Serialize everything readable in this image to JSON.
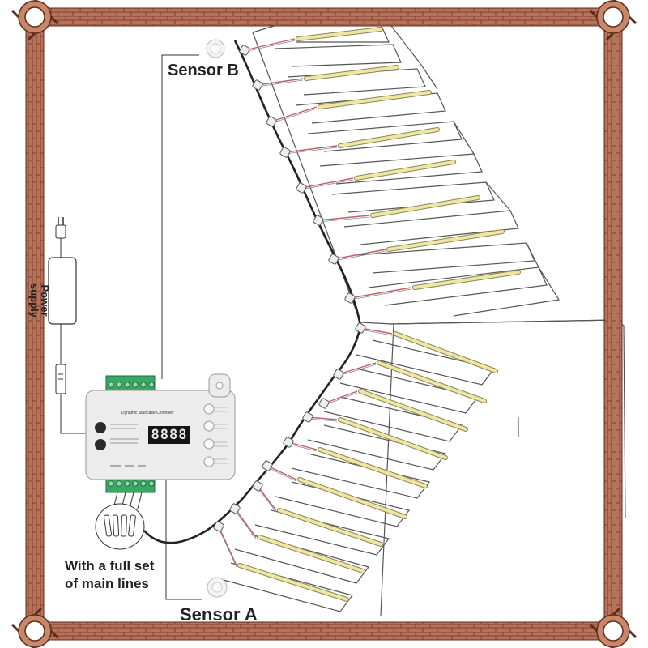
{
  "labels": {
    "sensor_b": "Sensor B",
    "sensor_a": "Sensor A",
    "power_supply": "Power supply",
    "main_lines_line1": "With a full set",
    "main_lines_line2": "of main lines"
  },
  "controller": {
    "title": "Dynamic Staircase Controller",
    "display": "8888"
  },
  "colors": {
    "frame": "#b8735a",
    "frame_dark": "#6e3a26",
    "led_strip": "#eee6a2",
    "wire_red": "#c0606a",
    "stair_line": "#555555"
  }
}
